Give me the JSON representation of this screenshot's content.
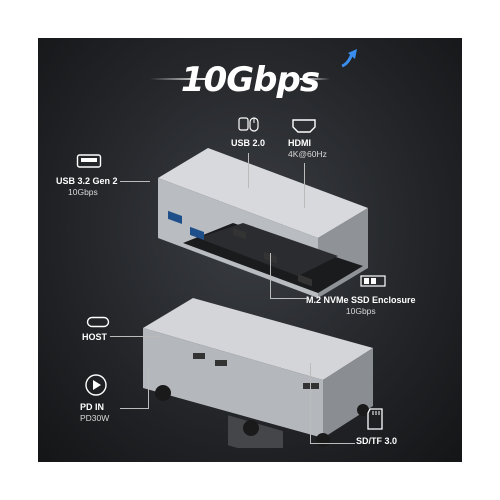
{
  "headline": "10Gbps",
  "labels": {
    "usb20": {
      "title": "USB 2.0"
    },
    "hdmi": {
      "title": "HDMI",
      "sub": "4K@60Hz"
    },
    "usb32": {
      "title": "USB 3.2 Gen 2",
      "sub": "10Gbps"
    },
    "nvme": {
      "title": "M.2 NVMe SSD Enclosure",
      "sub": "10Gbps"
    },
    "host": {
      "title": "HOST"
    },
    "pdin": {
      "title": "PD IN",
      "sub": "PD30W"
    },
    "sdtf": {
      "title": "SD/TF 3.0"
    }
  },
  "colors": {
    "background": "#1e2023",
    "accent_blue": "#2f7fd6",
    "text": "#ffffff"
  },
  "icons": [
    "mouse-keyboard-icon",
    "hdmi-port-icon",
    "usb-a-port-icon",
    "ssd-icon",
    "usb-c-port-icon",
    "power-delivery-icon",
    "sd-card-icon",
    "up-arrow-icon"
  ]
}
